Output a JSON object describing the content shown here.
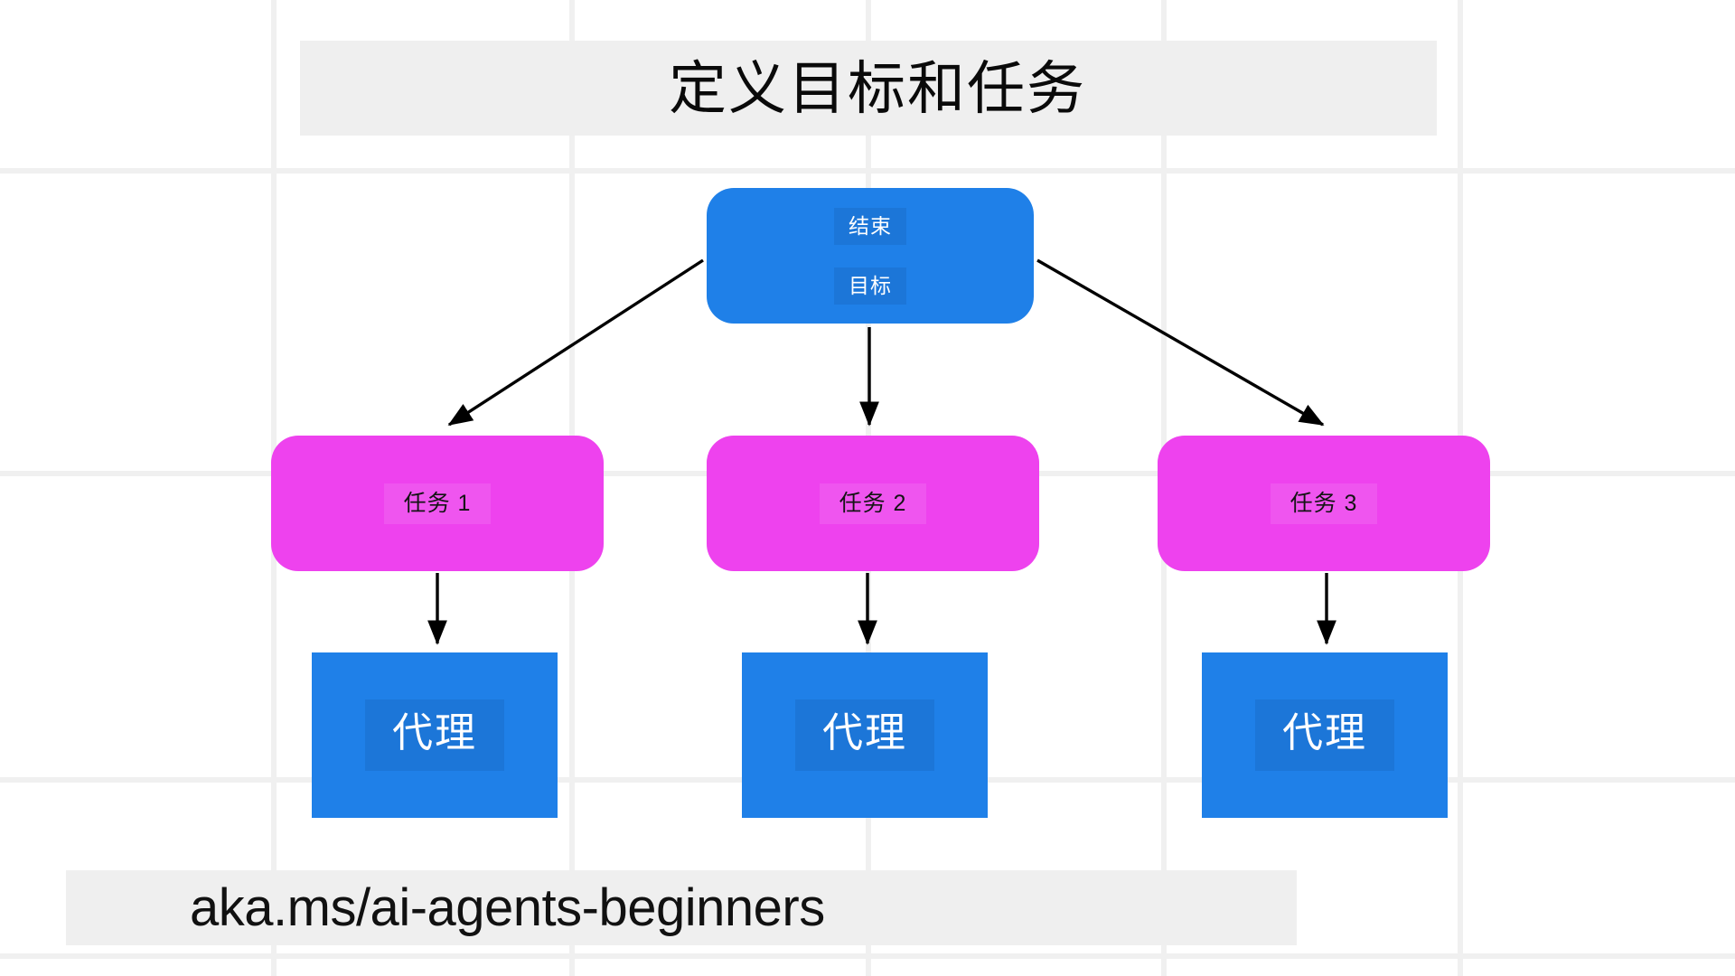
{
  "diagram": {
    "title": "定义目标和任务",
    "footer_url": "aka.ms/ai-agents-beginners",
    "colors": {
      "blue": "#1f80e8",
      "blue_chip": "#1c76d8",
      "magenta": "#ee42ee",
      "grid": "#f0f0f0",
      "banner": "#efefef",
      "arrow": "#000000",
      "background": "#ffffff"
    },
    "goal_node": {
      "line1": "结束",
      "line2": "目标"
    },
    "tasks": [
      {
        "label": "任务 1"
      },
      {
        "label": "任务 2"
      },
      {
        "label": "任务 3"
      }
    ],
    "agents": [
      {
        "label": "代理"
      },
      {
        "label": "代理"
      },
      {
        "label": "代理"
      }
    ],
    "edges": [
      {
        "from": "goal_node",
        "to": "任务 1"
      },
      {
        "from": "goal_node",
        "to": "任务 2"
      },
      {
        "from": "goal_node",
        "to": "任务 3"
      },
      {
        "from": "任务 1",
        "to": "代理"
      },
      {
        "from": "任务 2",
        "to": "代理"
      },
      {
        "from": "任务 3",
        "to": "代理"
      }
    ]
  }
}
